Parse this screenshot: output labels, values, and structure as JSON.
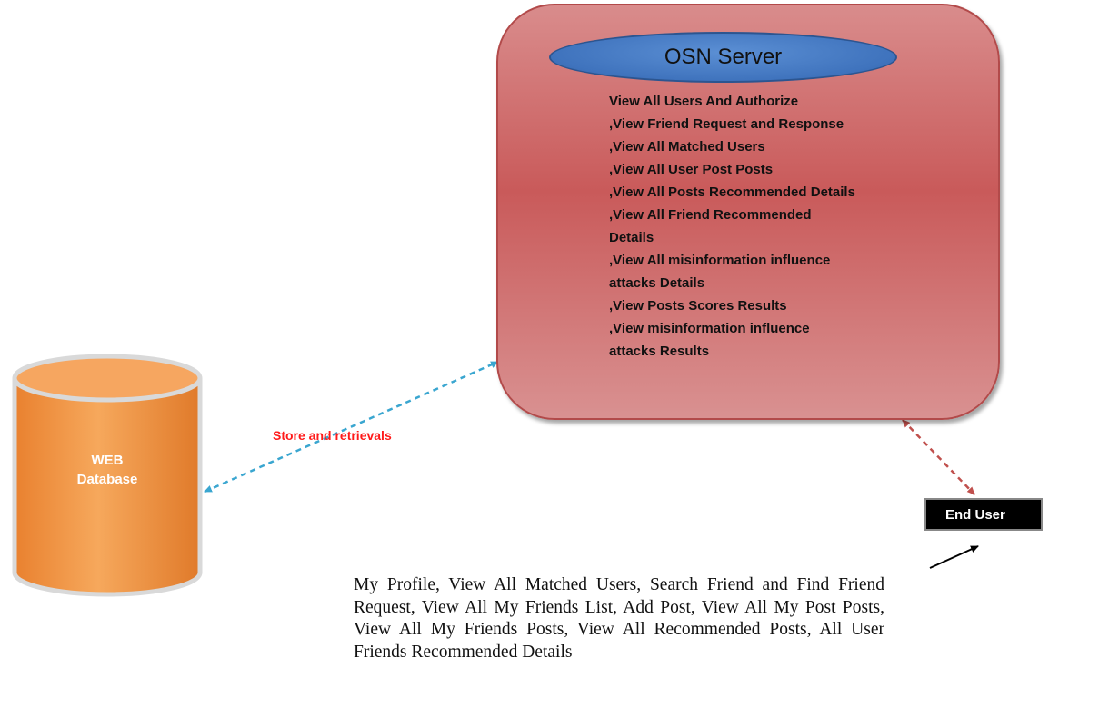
{
  "server": {
    "title": "OSN Server",
    "items": [
      "View All Users And Authorize",
      ",View Friend Request and Response",
      ",View All Matched Users",
      ",View All User Post Posts",
      ",View All Posts Recommended  Details",
      ",View All Friend Recommended",
      "Details",
      ",View All misinformation influence",
      "attacks Details",
      ",View Posts Scores Results",
      ",View misinformation  influence",
      "attacks Results"
    ]
  },
  "database": {
    "line1": "WEB",
    "line2": "Database"
  },
  "edge_label": "Store and retrievals",
  "end_user": {
    "label": "End User"
  },
  "user_features": "My Profile, View All Matched Users, Search Friend and Find Friend Request, View All My Friends List, Add Post, View All My Post Posts, View All My Friends Posts, View All Recommended Posts, All User Friends Recommended Details",
  "colors": {
    "server_fill": "#c95a5a",
    "title_oval": "#3f73bd",
    "database_fill": "#f39a4a",
    "end_user_box": "#000000",
    "db_link": "#3aa6d0",
    "user_link": "#c0504d",
    "edge_label": "#ff1a1a"
  }
}
